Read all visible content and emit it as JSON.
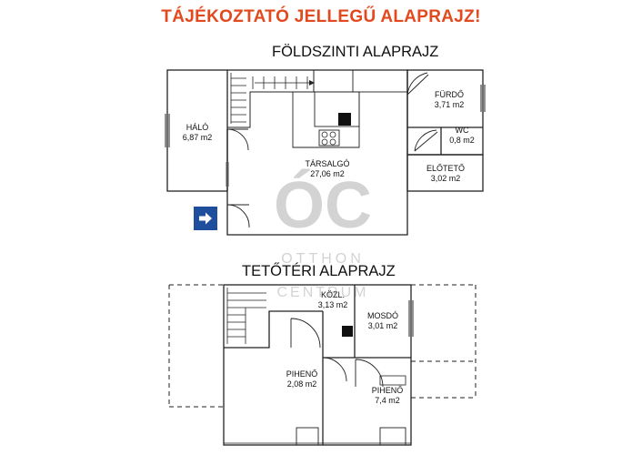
{
  "headline": "TÁJÉKOZTATÓ JELLEGŰ ALAPRAJZ!",
  "ground_floor": {
    "title": "FÖLDSZINTI ALAPRAJZ",
    "rooms": [
      {
        "name": "HÁLÓ",
        "area": "6,87 m2"
      },
      {
        "name": "TÁRSALGÓ",
        "area": "27,06 m2"
      },
      {
        "name": "FÜRDŐ",
        "area": "3,71 m2"
      },
      {
        "name": "WC",
        "area": "0,8 m2"
      },
      {
        "name": "ELŐTETŐ",
        "area": "3,02 m2"
      }
    ]
  },
  "attic_floor": {
    "title": "TETŐTÉRI ALAPRAJZ",
    "rooms": [
      {
        "name": "KÖZL.",
        "area": "3,13 m2"
      },
      {
        "name": "MOSDÓ",
        "area": "3,01 m2"
      },
      {
        "name": "PIHENŐ",
        "area": "2,08 m2"
      },
      {
        "name": "PIHENŐ",
        "area": "7,4 m2"
      }
    ]
  },
  "watermark": {
    "logo": "ÓC",
    "line1": "OTTHON",
    "line2": "CENTRUM"
  },
  "entrance_icon": "arrow-right-icon",
  "colors": {
    "headline": "#e2491e",
    "entrance": "#1f4f9c",
    "walls": "#222222",
    "watermark": "#8c8c8c"
  }
}
